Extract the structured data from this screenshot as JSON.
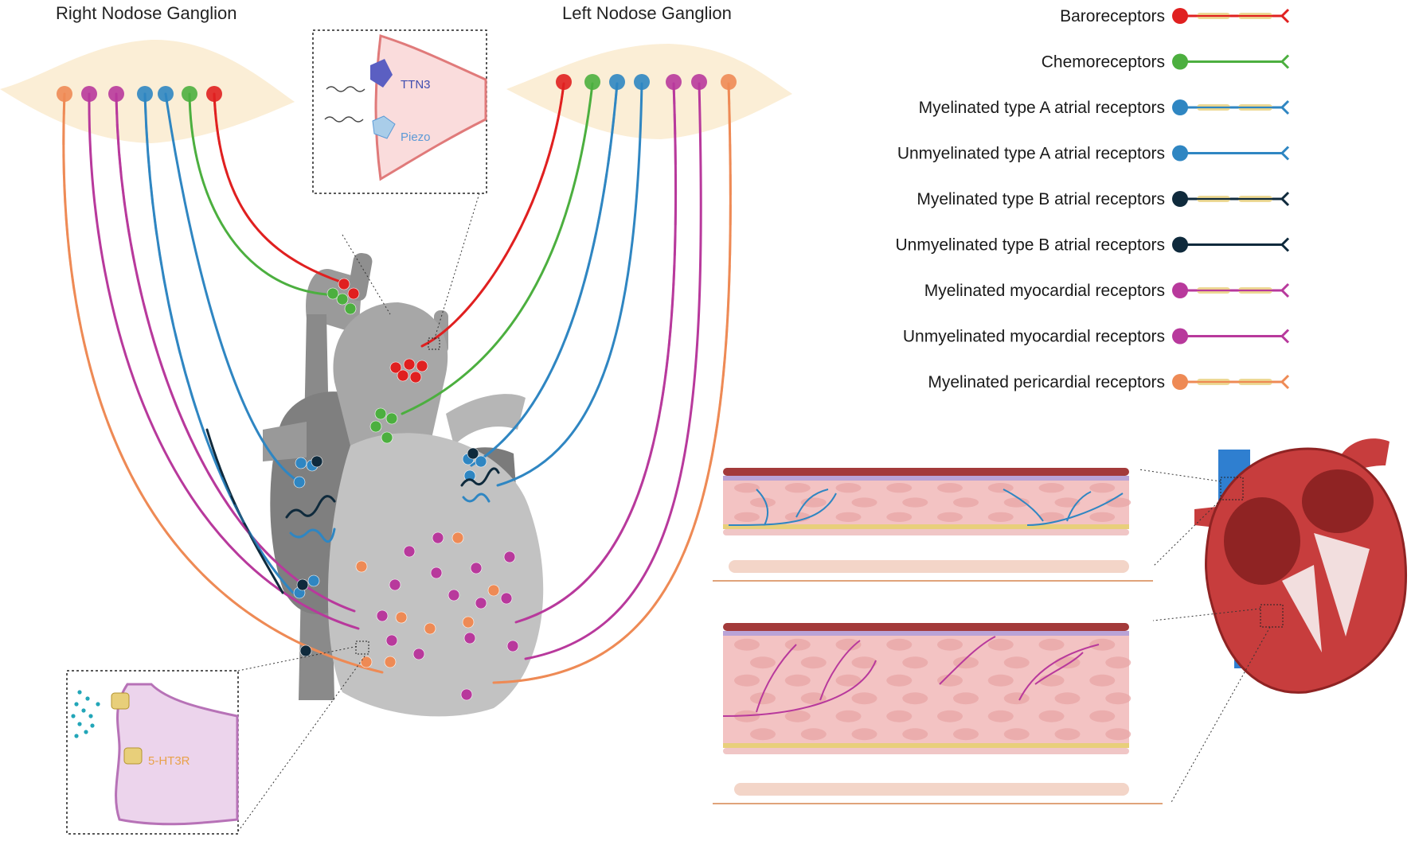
{
  "titles": {
    "right_ganglion": "Right Nodose Ganglion",
    "left_ganglion": "Left Nodose Ganglion"
  },
  "insets": {
    "ion_channel_a": "TTN3",
    "ion_channel_b": "Piezo",
    "serotonin_receptor": "5-HT3R"
  },
  "legend": [
    {
      "key": "baro",
      "label": "Baroreceptors",
      "color": "#e02020",
      "myelinated": true
    },
    {
      "key": "chemo",
      "label": "Chemoreceptors",
      "color": "#4caf3f",
      "myelinated": false
    },
    {
      "key": "myeA",
      "label": "Myelinated type A atrial receptors",
      "color": "#2f86c2",
      "myelinated": true
    },
    {
      "key": "unmA",
      "label": "Unmyelinated type A atrial receptors",
      "color": "#2f86c2",
      "myelinated": false
    },
    {
      "key": "myeB",
      "label": "Myelinated type B atrial receptors",
      "color": "#0f2a3c",
      "myelinated": true
    },
    {
      "key": "unmB",
      "label": "Unmyelinated type B atrial receptors",
      "color": "#0f2a3c",
      "myelinated": false
    },
    {
      "key": "myeM",
      "label": "Myelinated myocardial receptors",
      "color": "#b8399c",
      "myelinated": true
    },
    {
      "key": "unmM",
      "label": "Unmyelinated myocardial receptors",
      "color": "#b8399c",
      "myelinated": false
    },
    {
      "key": "myeP",
      "label": "Myelinated pericardial receptors",
      "color": "#ee8a55",
      "myelinated": true
    }
  ],
  "colors": {
    "ganglion": "#fbeed6",
    "heart_dark": "#8e8e8e",
    "heart_mid": "#a9a9a9",
    "heart_light": "#c4c4c4",
    "myelin": "#e8cf7a",
    "tissue": "#f3c3c3",
    "tissue_dark": "#a33a3a",
    "heart_red": "#c73d3d",
    "heart_red_dark": "#8f2323",
    "vein_blue": "#2f7fd0",
    "inset_red_fill": "#fadcdc",
    "inset_red_edge": "#e07a7a",
    "inset_purple_fill": "#ecd4ec",
    "inset_purple_edge": "#b772b7",
    "ttn3_text": "#3f4eb0",
    "piezo_text": "#5c9ad6",
    "ht3r_text": "#e8a24a"
  }
}
